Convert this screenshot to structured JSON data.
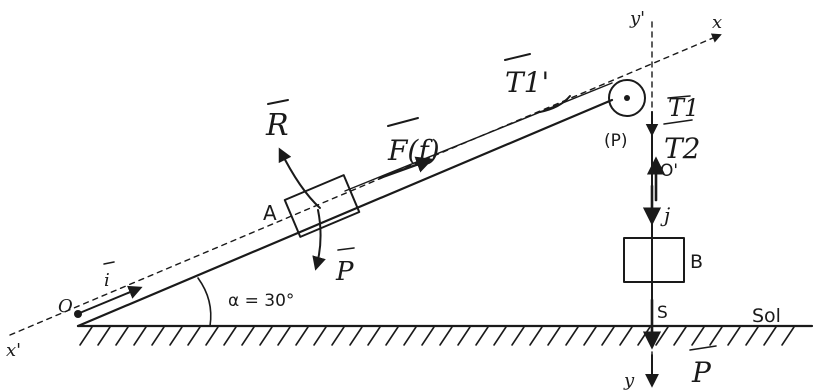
{
  "labels": {
    "origin_O": "O",
    "unit_i": "i",
    "x_prime": "x'",
    "x_axis": "x",
    "angle": "α = 30°",
    "point_A": "A",
    "reaction_R": "R",
    "weight_P_A": "P",
    "friction": "F(f)",
    "tension_incline": "T1'",
    "pulley_P": "(P)",
    "y_prime": "y'",
    "tension_T1": "T1",
    "tension_T2": "T2",
    "origin_O_prime": "O'",
    "unit_j": "j",
    "block_B": "B",
    "point_S": "S",
    "ground": "Sol",
    "y_axis": "y",
    "weight_P_B": "P"
  },
  "colors": {
    "ink": "#1a1a1a",
    "background": "#ffffff"
  }
}
